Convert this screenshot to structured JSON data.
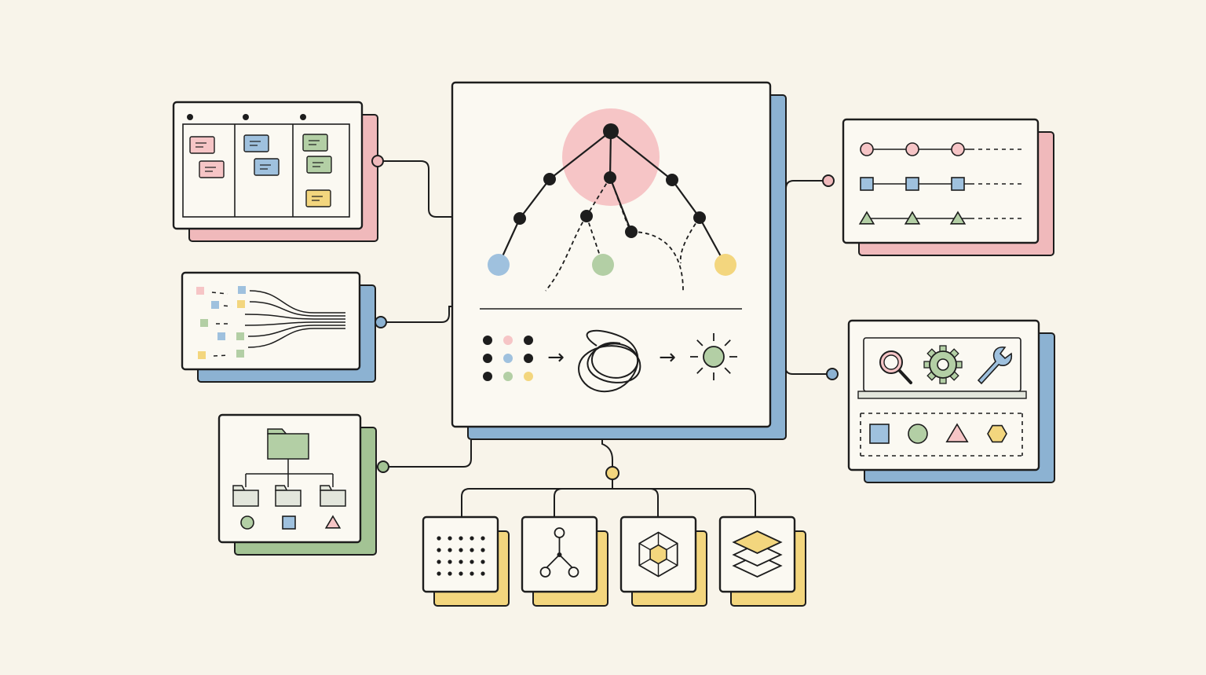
{
  "palette": {
    "background": "#f8f4ea",
    "panel": "#fbf9f2",
    "ink": "#1d1d1d",
    "pink": "#f0b9bb",
    "blue": "#8cb2d2",
    "green": "#a3c394",
    "yellow": "#f2d374",
    "pink_fill": "#f6c5c6",
    "blue_fill": "#9fc1de",
    "green_fill": "#b3cfa5",
    "yellow_fill": "#f3d67e",
    "grey_fill": "#e3e6dc"
  },
  "hub": {
    "shadow_color": "blue",
    "tree_nodes": [
      "blue",
      "green",
      "yellow"
    ],
    "input_dots": [
      "ink",
      "pink",
      "ink",
      "ink",
      "blue",
      "ink",
      "ink",
      "green",
      "yellow"
    ],
    "arrow_glyph": "→"
  },
  "left_panels": [
    {
      "id": "kanban-board",
      "shadow_color": "pink",
      "connector_color": "pink",
      "columns": [
        [
          "pink",
          "pink"
        ],
        [
          "blue",
          "blue"
        ],
        [
          "green",
          "green",
          "yellow"
        ]
      ]
    },
    {
      "id": "data-funnel",
      "shadow_color": "blue",
      "connector_color": "blue",
      "sources": [
        "pink",
        "blue",
        "blue",
        "yellow",
        "green",
        "blue",
        "green",
        "yellow",
        "green"
      ]
    },
    {
      "id": "folder-tree",
      "shadow_color": "green",
      "connector_color": "green",
      "shapes": [
        "circle",
        "square",
        "triangle"
      ]
    }
  ],
  "right_panels": [
    {
      "id": "timeline-rows",
      "shadow_color": "pink",
      "connector_color": "pink",
      "rows": [
        {
          "shape": "circle",
          "color": "pink"
        },
        {
          "shape": "square",
          "color": "blue"
        },
        {
          "shape": "triangle",
          "color": "green"
        }
      ]
    },
    {
      "id": "tool-palette",
      "shadow_color": "blue",
      "connector_color": "blue",
      "tools": [
        "search-icon",
        "gear-icon",
        "wrench-icon"
      ],
      "shapes": [
        {
          "shape": "square",
          "color": "blue"
        },
        {
          "shape": "circle",
          "color": "green"
        },
        {
          "shape": "triangle",
          "color": "pink"
        },
        {
          "shape": "hexagon",
          "color": "yellow"
        }
      ]
    }
  ],
  "bottom_tiles": {
    "shadow_color": "yellow",
    "junction_color": "yellow",
    "items": [
      {
        "icon": "dot-grid-icon"
      },
      {
        "icon": "branch-graph-icon"
      },
      {
        "icon": "cube-icon"
      },
      {
        "icon": "layers-icon"
      }
    ]
  }
}
